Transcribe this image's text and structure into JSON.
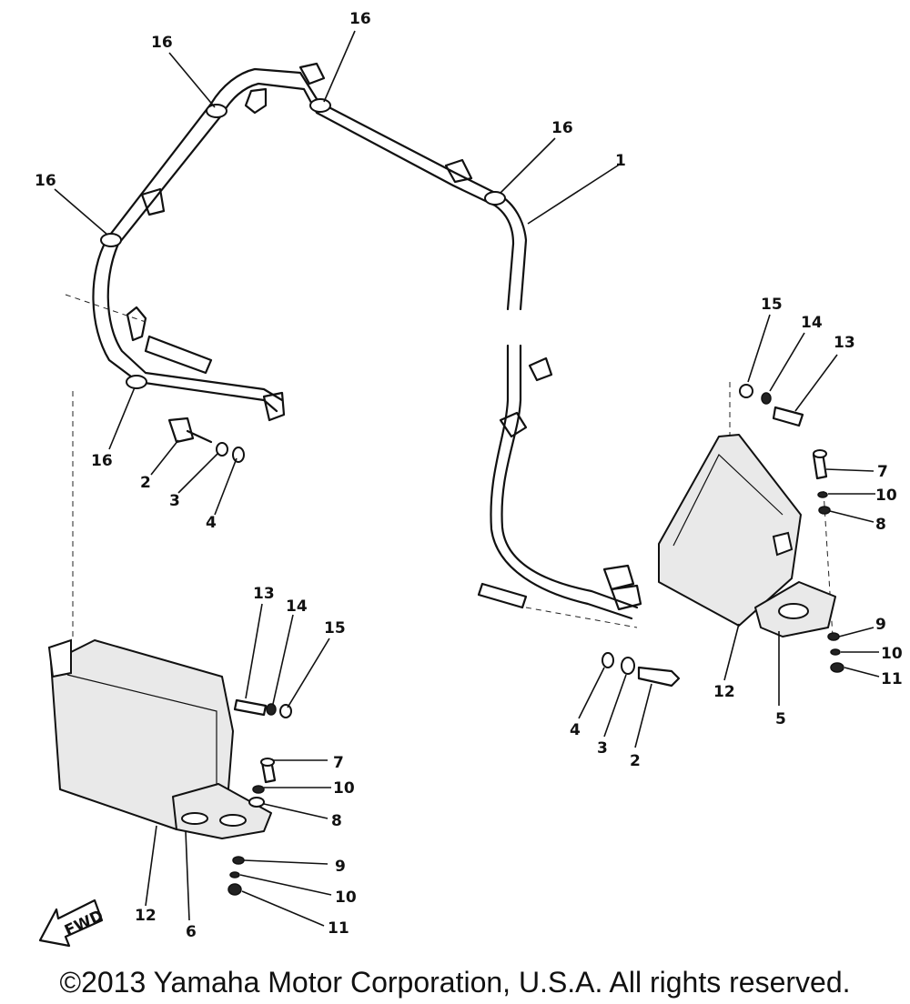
{
  "labels": {
    "l1": "1",
    "l16_top": "16",
    "l16_left_top": "16",
    "l16_right_top": "16",
    "l16_far_left": "16",
    "l16_lower_left": "16",
    "l2_left": "2",
    "l3_left": "3",
    "l4_left": "4",
    "l15_right": "15",
    "l14_right": "14",
    "l13_right": "13",
    "l7_right": "7",
    "l10_right_a": "10",
    "l8_right": "8",
    "l9_right": "9",
    "l10_right_b": "10",
    "l11_right": "11",
    "l12_right": "12",
    "l5_right": "5",
    "l4_right": "4",
    "l3_right": "3",
    "l2_right": "2",
    "l13_left": "13",
    "l14_left": "14",
    "l15_left": "15",
    "l7_left": "7",
    "l10_left_a": "10",
    "l8_left": "8",
    "l9_left": "9",
    "l10_left_b": "10",
    "l11_left": "11",
    "l12_left": "12",
    "l6_left": "6"
  },
  "fwd_label": "FWD",
  "copyright": "©2013 Yamaha Motor Corporation, U.S.A. All rights reserved."
}
